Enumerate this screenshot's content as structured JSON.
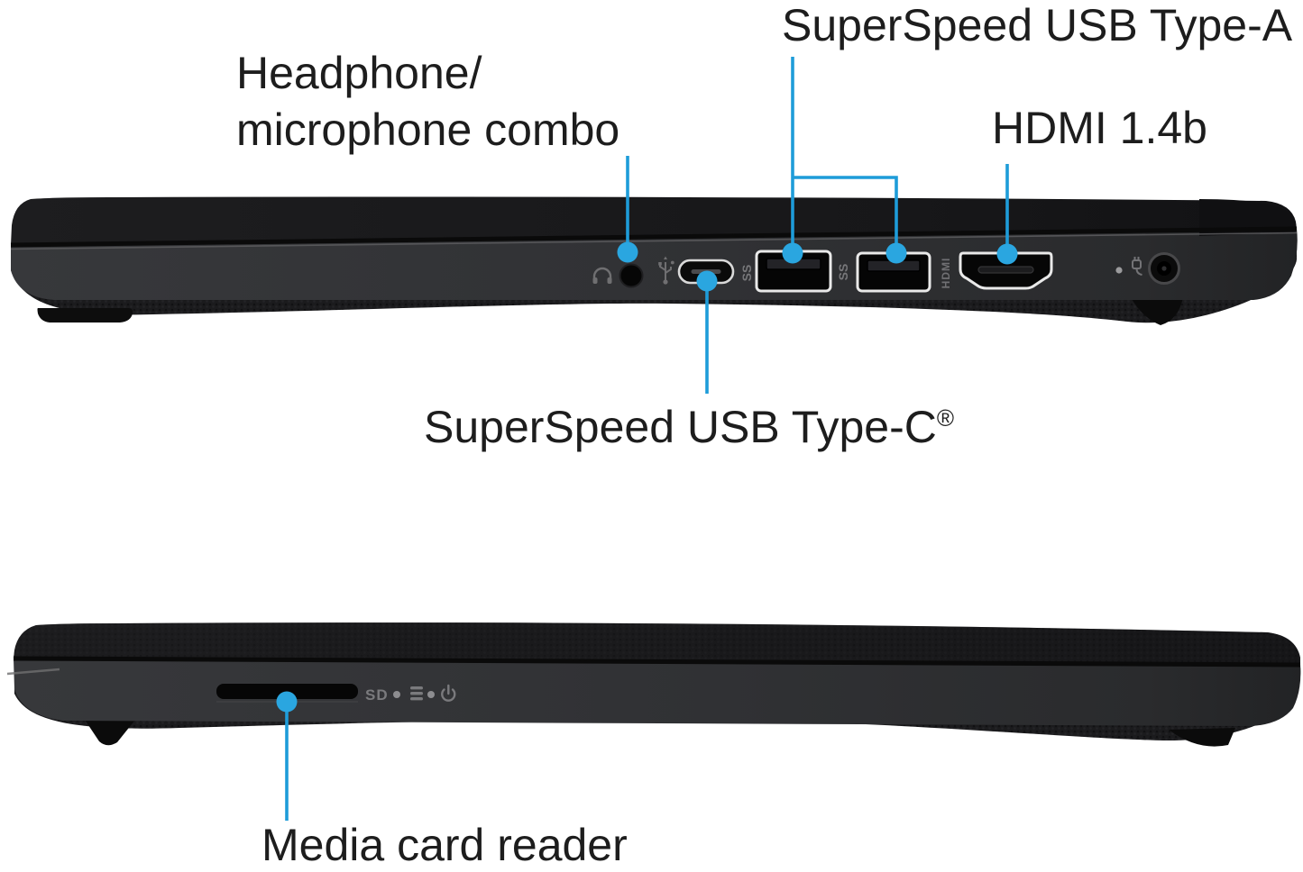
{
  "colors": {
    "callout_blue": "#1e9cd9",
    "callout_dot_blue": "#2aa6e0",
    "label_text": "#1d1d1d",
    "chassis_base": "#313235",
    "chassis_lid": "#18181a",
    "port_outline": "#e8e8e8"
  },
  "labels": {
    "superspeed_usb_type_a": "SuperSpeed USB Type-A",
    "headphone_line1": "Headphone/",
    "headphone_line2": "microphone combo",
    "hdmi": "HDMI 1.4b",
    "superspeed_usb_type_c": "SuperSpeed USB Type-C",
    "superspeed_usb_type_c_reg": "®",
    "media_card_reader": "Media card reader"
  },
  "port_markings": {
    "sd": "SD",
    "hdmi": "HDMI",
    "superspeed1": "SS",
    "superspeed2": "SS"
  }
}
